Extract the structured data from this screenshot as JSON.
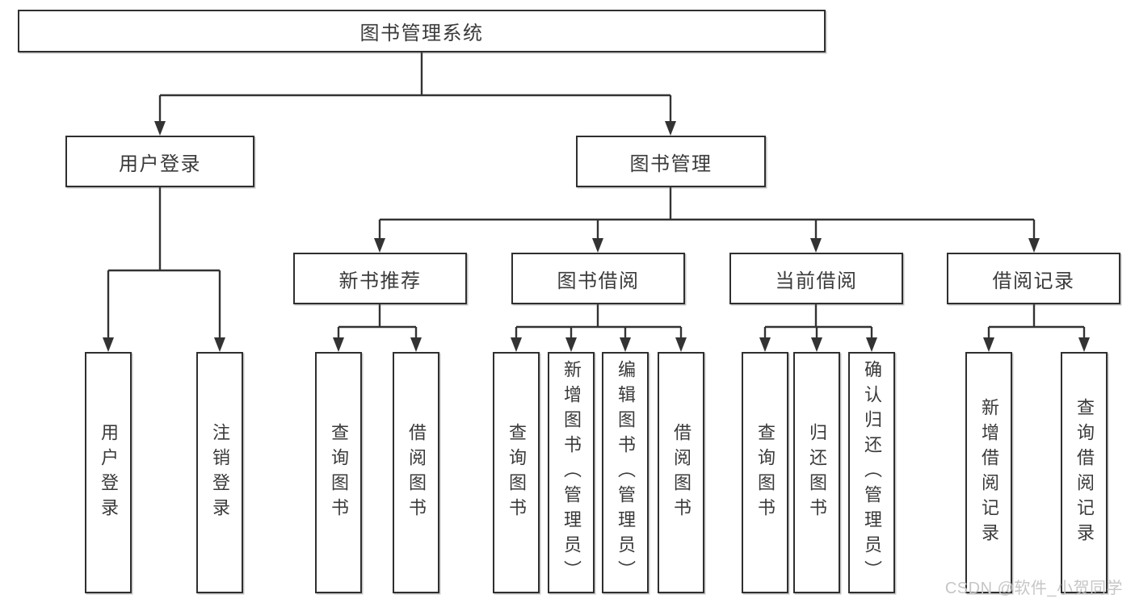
{
  "diagram": {
    "title": "图书管理系统",
    "root": {
      "label": "图书管理系统"
    },
    "level2": {
      "user_login": {
        "label": "用户登录"
      },
      "book_management": {
        "label": "图书管理"
      }
    },
    "level3": {
      "new_book_recommend": {
        "label": "新书推荐"
      },
      "book_borrow": {
        "label": "图书借阅"
      },
      "current_borrow": {
        "label": "当前借阅"
      },
      "borrow_record": {
        "label": "借阅记录"
      }
    },
    "leaves": [
      {
        "label": "用户登录",
        "parent": "用户登录"
      },
      {
        "label": "注销登录",
        "parent": "用户登录"
      },
      {
        "label": "查询图书",
        "parent": "新书推荐"
      },
      {
        "label": "借阅图书",
        "parent": "新书推荐"
      },
      {
        "label": "查询图书",
        "parent": "图书借阅"
      },
      {
        "label": "新增图书（管理员）",
        "parent": "图书借阅"
      },
      {
        "label": "编辑图书（管理员）",
        "parent": "图书借阅"
      },
      {
        "label": "借阅图书",
        "parent": "图书借阅"
      },
      {
        "label": "查询图书",
        "parent": "当前借阅"
      },
      {
        "label": "归还图书",
        "parent": "当前借阅"
      },
      {
        "label": "确认归还（管理员）",
        "parent": "当前借阅"
      },
      {
        "label": "新增借阅记录",
        "parent": "借阅记录"
      },
      {
        "label": "查询借阅记录",
        "parent": "借阅记录"
      }
    ]
  },
  "watermark": {
    "text": "CSDN @软件_小贺同学"
  },
  "colors": {
    "line": "#333333",
    "box_border": "#2f2f2f",
    "text": "#3a3a3a",
    "background": "#ffffff",
    "watermark": "#c6c6c6"
  }
}
